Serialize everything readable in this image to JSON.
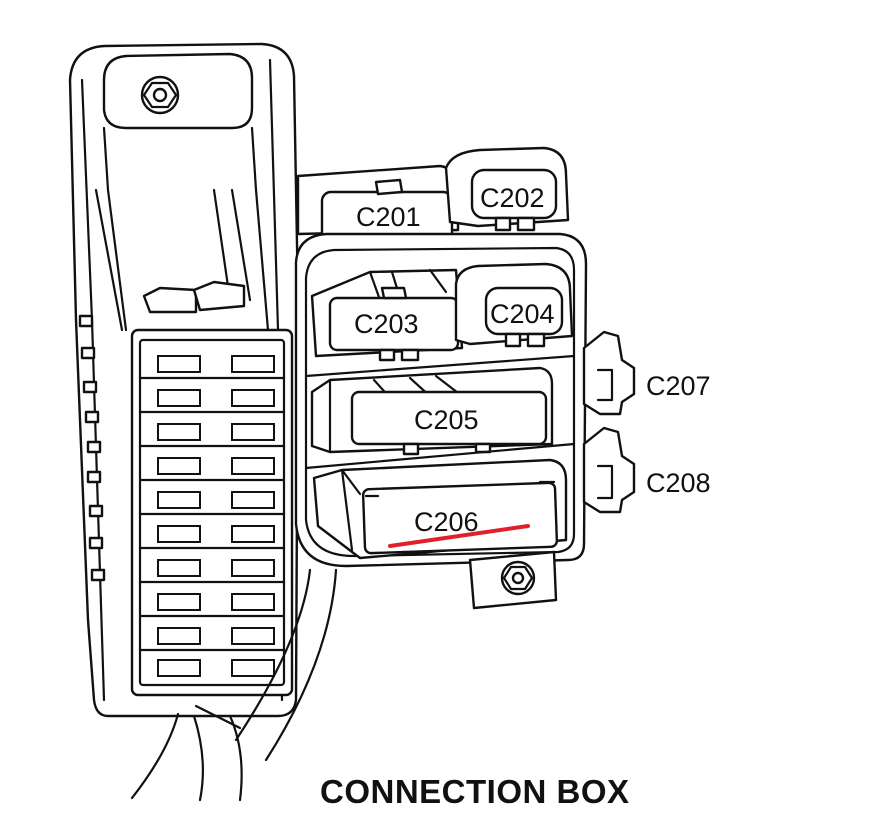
{
  "diagram": {
    "title": "CONNECTION BOX",
    "connectors": {
      "c201": "C201",
      "c202": "C202",
      "c203": "C203",
      "c204": "C204",
      "c205": "C205",
      "c206": "C206",
      "c207": "C207",
      "c208": "C208"
    },
    "highlight": {
      "target": "C206",
      "color": "#e0202a"
    }
  }
}
